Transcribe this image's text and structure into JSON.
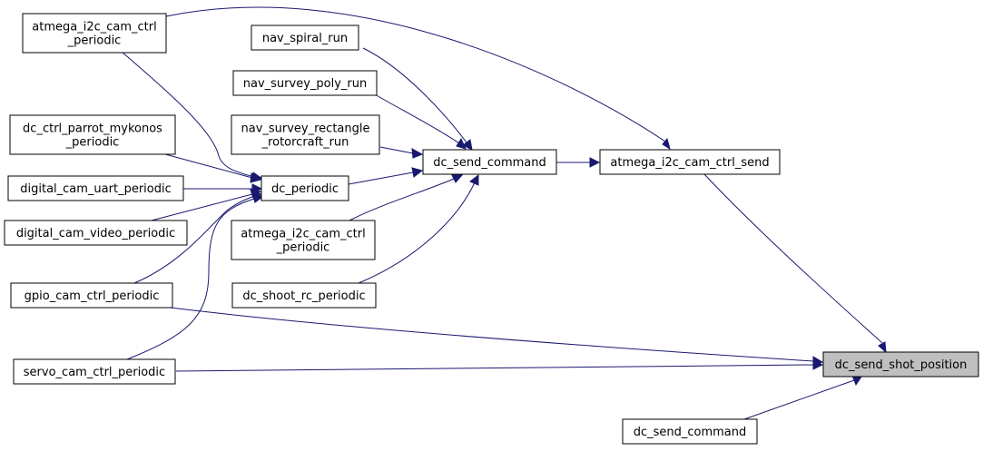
{
  "graph": {
    "nodes": {
      "dc_send_shot_position": {
        "lines": [
          "dc_send_shot_position"
        ],
        "root": true
      },
      "dc_send_command_a": {
        "lines": [
          "dc_send_command"
        ]
      },
      "dc_send_command_b": {
        "lines": [
          "dc_send_command"
        ]
      },
      "atmega_i2c_cam_ctrl_send": {
        "lines": [
          "atmega_i2c_cam_ctrl_send"
        ]
      },
      "atmega_i2c_cam_ctrl_periodic_a": {
        "lines": [
          "atmega_i2c_cam_ctrl",
          "_periodic"
        ]
      },
      "atmega_i2c_cam_ctrl_periodic_b": {
        "lines": [
          "atmega_i2c_cam_ctrl",
          "_periodic"
        ]
      },
      "nav_spiral_run": {
        "lines": [
          "nav_spiral_run"
        ]
      },
      "nav_survey_poly_run": {
        "lines": [
          "nav_survey_poly_run"
        ]
      },
      "nav_survey_rectangle_rotorcraft_run": {
        "lines": [
          "nav_survey_rectangle",
          "_rotorcraft_run"
        ]
      },
      "dc_periodic": {
        "lines": [
          "dc_periodic"
        ]
      },
      "dc_shoot_rc_periodic": {
        "lines": [
          "dc_shoot_rc_periodic"
        ]
      },
      "dc_ctrl_parrot_mykonos_periodic": {
        "lines": [
          "dc_ctrl_parrot_mykonos",
          "_periodic"
        ]
      },
      "digital_cam_uart_periodic": {
        "lines": [
          "digital_cam_uart_periodic"
        ]
      },
      "digital_cam_video_periodic": {
        "lines": [
          "digital_cam_video_periodic"
        ]
      },
      "gpio_cam_ctrl_periodic": {
        "lines": [
          "gpio_cam_ctrl_periodic"
        ]
      },
      "servo_cam_ctrl_periodic": {
        "lines": [
          "servo_cam_ctrl_periodic"
        ]
      }
    },
    "edges": [
      {
        "from": "dc_send_command_b",
        "to": "dc_send_shot_position"
      },
      {
        "from": "gpio_cam_ctrl_periodic",
        "to": "dc_send_shot_position"
      },
      {
        "from": "servo_cam_ctrl_periodic",
        "to": "dc_send_shot_position"
      },
      {
        "from": "atmega_i2c_cam_ctrl_send",
        "to": "dc_send_shot_position"
      },
      {
        "from": "dc_send_command_a",
        "to": "atmega_i2c_cam_ctrl_send"
      },
      {
        "from": "atmega_i2c_cam_ctrl_periodic_a",
        "to": "atmega_i2c_cam_ctrl_send"
      },
      {
        "from": "nav_spiral_run",
        "to": "dc_send_command_a"
      },
      {
        "from": "nav_survey_poly_run",
        "to": "dc_send_command_a"
      },
      {
        "from": "nav_survey_rectangle_rotorcraft_run",
        "to": "dc_send_command_a"
      },
      {
        "from": "dc_periodic",
        "to": "dc_send_command_a"
      },
      {
        "from": "atmega_i2c_cam_ctrl_periodic_b",
        "to": "dc_send_command_a"
      },
      {
        "from": "dc_shoot_rc_periodic",
        "to": "dc_send_command_a"
      },
      {
        "from": "atmega_i2c_cam_ctrl_periodic_a",
        "to": "dc_periodic"
      },
      {
        "from": "dc_ctrl_parrot_mykonos_periodic",
        "to": "dc_periodic"
      },
      {
        "from": "digital_cam_uart_periodic",
        "to": "dc_periodic"
      },
      {
        "from": "digital_cam_video_periodic",
        "to": "dc_periodic"
      },
      {
        "from": "gpio_cam_ctrl_periodic",
        "to": "dc_periodic"
      },
      {
        "from": "servo_cam_ctrl_periodic",
        "to": "dc_periodic"
      }
    ]
  },
  "colors": {
    "edge": "#191970",
    "root_fill": "#bfbfbf",
    "node_fill": "#ffffff",
    "node_border": "#000000"
  }
}
